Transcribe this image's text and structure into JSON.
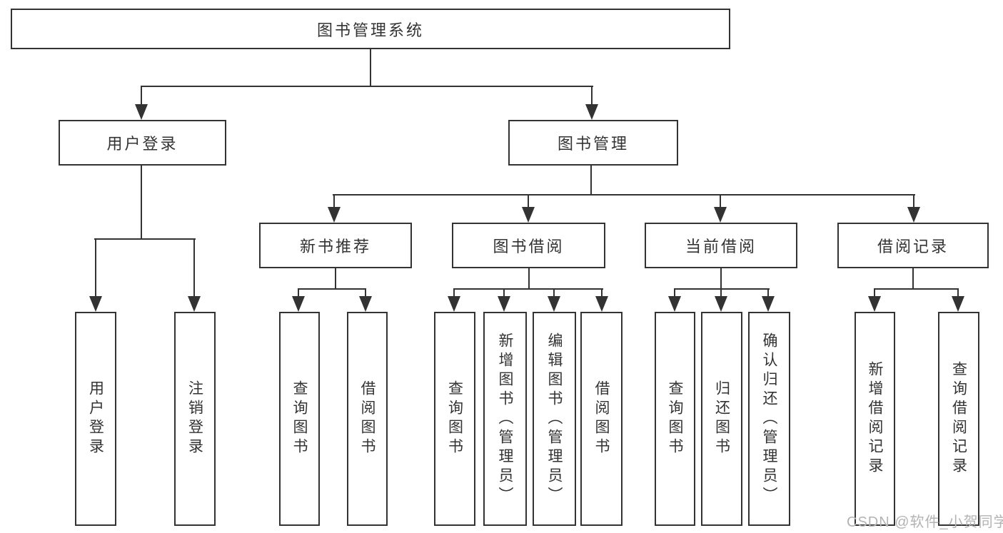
{
  "colors": {
    "line": "#333333",
    "text": "#333333",
    "background": "#ffffff",
    "watermark": "#b3b3b3"
  },
  "tree": {
    "root": "图书管理系统",
    "branches": [
      {
        "label": "用户登录",
        "children": [
          "用户登录",
          "注销登录"
        ]
      },
      {
        "label": "图书管理",
        "children": [
          {
            "label": "新书推荐",
            "children": [
              "查询图书",
              "借阅图书"
            ]
          },
          {
            "label": "图书借阅",
            "children": [
              "查询图书",
              "新增图书（管理员）",
              "编辑图书（管理员）",
              "借阅图书"
            ]
          },
          {
            "label": "当前借阅",
            "children": [
              "查询图书",
              "归还图书",
              "确认归还（管理员）"
            ]
          },
          {
            "label": "借阅记录",
            "children": [
              "新增借阅记录",
              "查询借阅记录"
            ]
          }
        ]
      }
    ]
  },
  "watermark": {
    "text": "CSDN @软件_小贺同学"
  }
}
